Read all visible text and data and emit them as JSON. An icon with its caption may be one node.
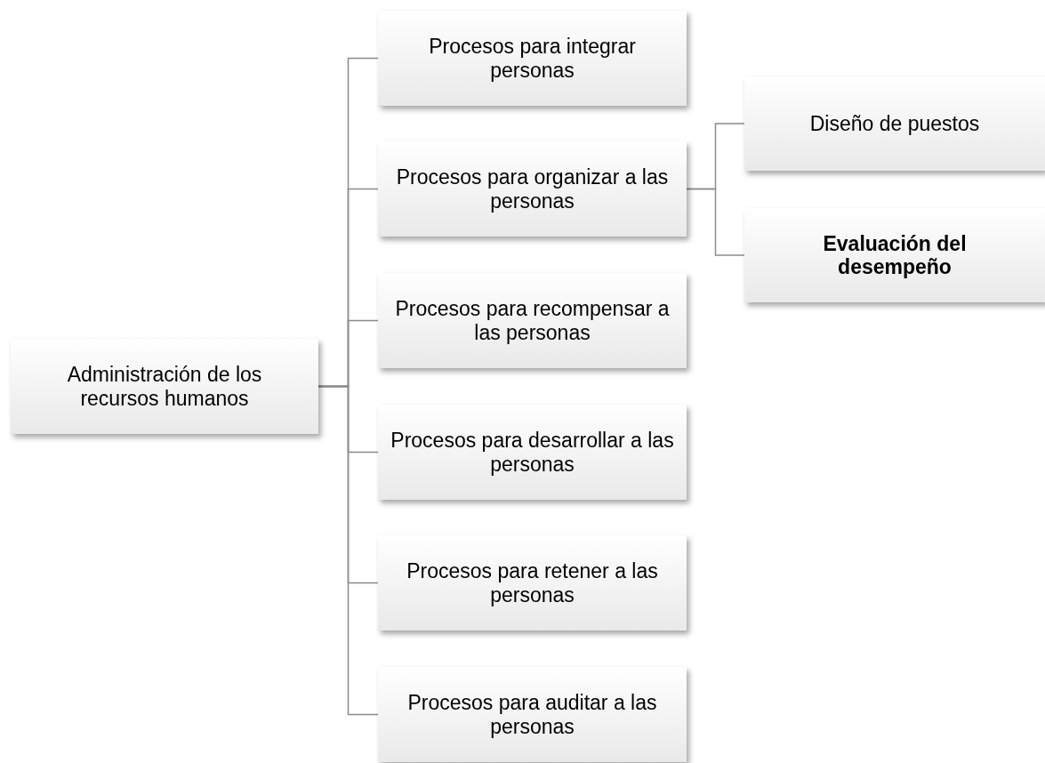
{
  "diagram": {
    "nodes": [
      {
        "text": [
          "Administración de los recursos humanos"
        ]
      },
      {
        "text": [
          "Procesos para integrar personas"
        ]
      },
      {
        "text": [
          "Procesos para organizar a las personas"
        ]
      },
      {
        "text": [
          "Procesos para recompensar a las personas"
        ]
      },
      {
        "text": [
          "Procesos para desarrollar a las personas"
        ]
      },
      {
        "text": [
          "Procesos para retener a las personas"
        ]
      },
      {
        "text": [
          "Procesos para auditar a las personas"
        ]
      },
      {
        "text": [
          "Diseño de puestos"
        ]
      },
      {
        "text": [
          "Evaluación del desempeño"
        ]
      }
    ],
    "edges": [
      {
        "from": 0,
        "to": 1,
        "arrow": "none"
      },
      {
        "from": 0,
        "to": 2,
        "arrow": "none"
      },
      {
        "from": 0,
        "to": 3,
        "arrow": "none"
      },
      {
        "from": 0,
        "to": 4,
        "arrow": "none"
      },
      {
        "from": 0,
        "to": 5,
        "arrow": "none"
      },
      {
        "from": 0,
        "to": 6,
        "arrow": "none"
      },
      {
        "from": 2,
        "to": 7,
        "arrow": "none"
      },
      {
        "from": 2,
        "to": 8,
        "arrow": "none"
      }
    ]
  }
}
